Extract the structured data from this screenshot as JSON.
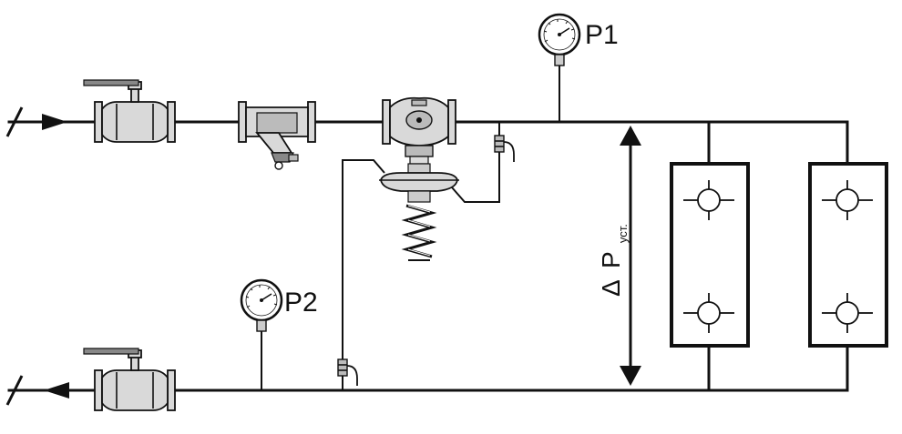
{
  "labels": {
    "gauge_p1": "P1",
    "gauge_p2": "P2",
    "delta_symbol": "Δ",
    "delta_letter": "P",
    "delta_subscript": "уст."
  },
  "colors": {
    "line": "#111111",
    "component_fill": "#d9d9d9",
    "background": "#ffffff"
  },
  "components": {
    "supply_flow_arrow": "arrow-right-icon",
    "return_flow_arrow": "arrow-left-icon",
    "ball_valve": "ball-valve-icon",
    "strainer": "y-strainer-icon",
    "regulator": "pressure-regulator-icon",
    "gauge": "pressure-gauge-icon",
    "needle_valve": "needle-valve-icon",
    "radiator": "radiator-icon"
  }
}
